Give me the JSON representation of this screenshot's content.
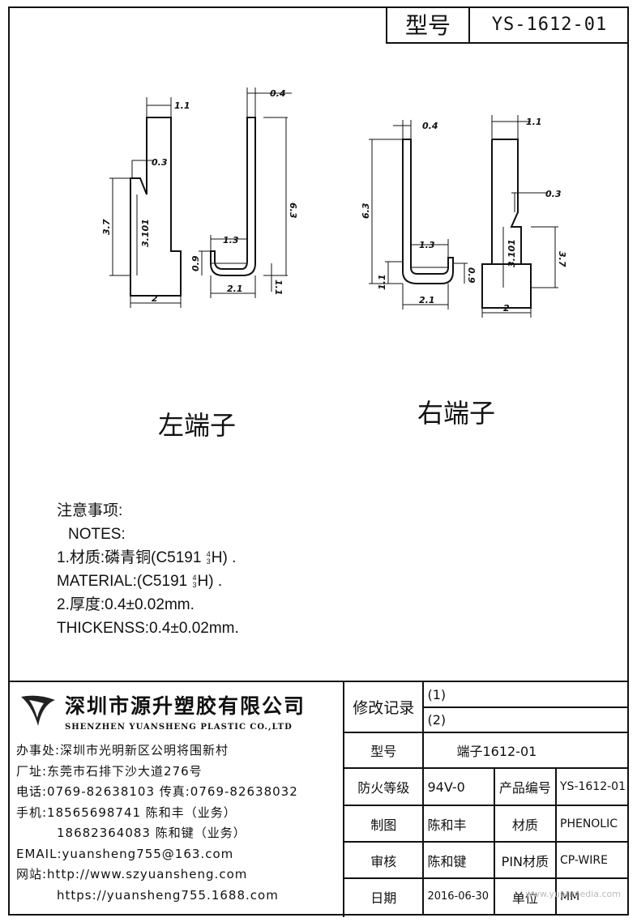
{
  "header": {
    "model_label": "型号",
    "model_value": "YS-1612-01"
  },
  "drawing": {
    "left_dims": {
      "d1": "1.1",
      "d2": "0.4",
      "d3": "0.3",
      "d4": "6.3",
      "d5": "1.3",
      "d6": "3.7",
      "d7": "3.101",
      "d8": "0.9",
      "d9": "1.1",
      "d10": "2",
      "d11": "2.1"
    },
    "right_dims": {
      "d1": "0.4",
      "d2": "1.1",
      "d3": "0.3",
      "d4": "6.3",
      "d5": "1.3",
      "d6": "3.101",
      "d7": "3.7",
      "d8": "0.9",
      "d9": "1.1",
      "d10": "2.1",
      "d11": "2"
    },
    "left_caption": "左端子",
    "right_caption": "右端子"
  },
  "notes": {
    "title_cn": "注意事项:",
    "title_en": "NOTES:",
    "line1_pre": "1.材质:磷青铜(C5191 ",
    "line1_post": "H) .",
    "line2_pre": "MATERIAL:(C5191 ",
    "line2_post": "H) .",
    "frac_num": "4",
    "frac_den": "3",
    "line3": "2.厚度:0.4±0.02mm.",
    "line4": "THICKENSS:0.4±0.02mm."
  },
  "company": {
    "name": "深圳市源升塑胶有限公司",
    "name_en": "SHENZHEN YUANSHENG PLASTIC CO.,LTD",
    "office": "办事处:深圳市光明新区公明将围新村",
    "factory": "厂址:东莞市石排下沙大道276号",
    "phone": "电话:0769-82638103 传真:0769-82638032",
    "mobile1": "手机:18565698741 陈和丰（业务）",
    "mobile2": "18682364083 陈和键（业务）",
    "email": "EMAIL:yuansheng755@163.com",
    "web1": "网站:http://www.szyuansheng.com",
    "web2": "https://yuansheng755.1688.com"
  },
  "title_block": {
    "revision_label": "修改记录",
    "rev1": "(1)",
    "rev2": "(2)",
    "model_label": "型号",
    "model_value": "端子1612-01",
    "fire_label": "防火等级",
    "fire_value": "94V-0",
    "product_no_label": "产品编号",
    "product_no_value": "YS-1612-01",
    "drawn_label": "制图",
    "drawn_value": "陈和丰",
    "material_label": "材质",
    "material_value": "PHENOLIC",
    "check_label": "审核",
    "check_value": "陈和键",
    "pin_label": "PIN材质",
    "pin_value": "CP-WIRE",
    "date_label": "日期",
    "date_value": "2016-06-30",
    "unit_label": "单位",
    "unit_value": "MM"
  },
  "watermark": "www.yuanmedia.com"
}
